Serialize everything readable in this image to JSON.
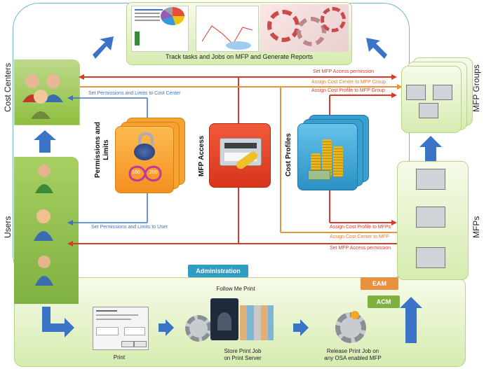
{
  "top": {
    "caption": "Track tasks and Jobs on MFP and Generate Reports"
  },
  "left": {
    "cost_centers_label": "Cost Centers",
    "users_label": "Users"
  },
  "right": {
    "mfp_groups_label": "MFP Groups",
    "mfps_label": "MFPs"
  },
  "center": {
    "permissions_label": "Permissions and Limits",
    "gauge_left": "100",
    "gauge_right": "200",
    "mfp_access_label": "MFP Access",
    "cost_profiles_label": "Cost Profiles",
    "administration_label": "Administration"
  },
  "flows": {
    "set_mfp_access_top": "Set  MFP Access permission",
    "assign_cc_group": "Assign Cost Center to MFP Group",
    "assign_cp_group": "Assign Cost Profile to MFP Group",
    "set_perm_cc": "Set Permissions and Limits to Cost Center",
    "set_perm_user": "Set Permissions and Limits to User",
    "assign_cp_mfp": "Assign Cost Profile to MFPs",
    "assign_cc_mfp": "Assign Cost Center to MFP",
    "set_mfp_access_bottom": "Set  MFP Access permission"
  },
  "bottom": {
    "follow_me": "Follow Me Print",
    "print": "Print",
    "store_line1": "Store Print Job",
    "store_line2": "on Print Server",
    "release_line1": "Release Print Job on",
    "release_line2": "any OSA enabled MFP",
    "eam": "EAM",
    "acm": "ACM"
  },
  "colors": {
    "red": "#d83a2a",
    "orange": "#e8913f",
    "blue": "#3b74c7",
    "green": "#8dbb3c",
    "administration": "#2f9cc4",
    "eam": "#e8913f",
    "acm": "#7fb140"
  }
}
